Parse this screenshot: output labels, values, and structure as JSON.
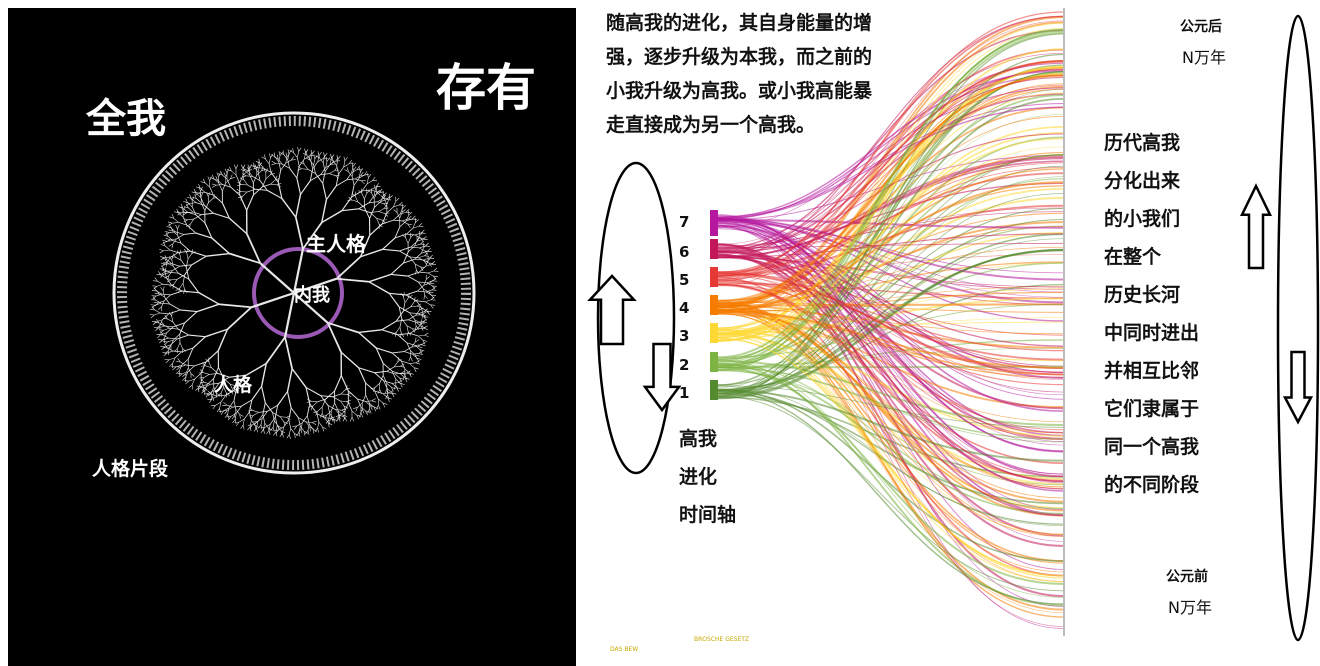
{
  "left": {
    "label_quanwo": "全我",
    "label_cunyou": "存有",
    "label_zhurenge": "主人格",
    "label_neiwo": "内我",
    "label_renge": "人格",
    "label_rengepianduan": "人格片段"
  },
  "right": {
    "description": [
      "随高我的进化，其自身能量的增",
      "强，逐步升级为本我，而之前的",
      "小我升级为高我。或小我高能暴",
      "走直接成为另一个高我。"
    ],
    "levels": [
      "7",
      "6",
      "5",
      "4",
      "3",
      "2",
      "1"
    ],
    "axis_label": [
      "高我",
      "进化",
      "时间轴"
    ],
    "side_text": [
      "历代高我",
      "分化出来",
      "的小我们",
      "在整个",
      "历史长河",
      "中同时进出",
      "并相互比邻",
      "它们隶属于",
      "同一个高我",
      "的不同阶段"
    ],
    "top_time": [
      "公元后",
      "N万年"
    ],
    "bottom_time": [
      "公元前",
      "N万年"
    ],
    "footer_left": "DAS BEW",
    "footer_mid": "BROSCHE GESETZ"
  },
  "colors": {
    "level_colors": [
      "#b5179e",
      "#c2185b",
      "#e53935",
      "#f57c00",
      "#fdd835",
      "#7cb342",
      "#558b2f"
    ],
    "circle_ring": "#9b59b6"
  }
}
